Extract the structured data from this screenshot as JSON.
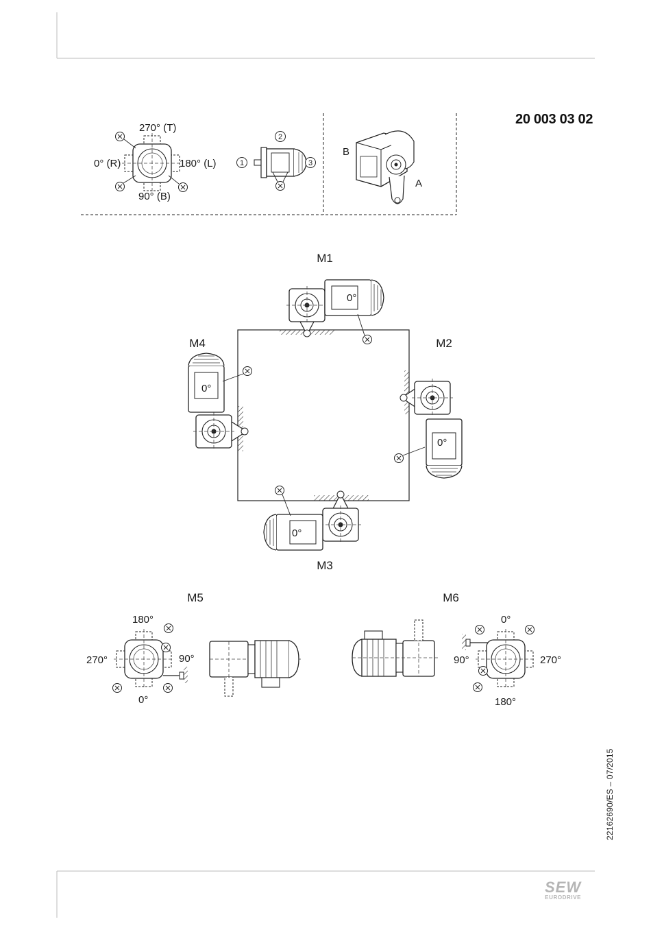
{
  "document_code": "20 003 03 02",
  "doc_id": "22162690/ES – 07/2015",
  "logo": {
    "line1": "SEW",
    "line2": "EURODRIVE"
  },
  "x_marker": "X",
  "legend": {
    "angle_t": "270° (T)",
    "angle_r": "0° (R)",
    "angle_l": "180° (L)",
    "angle_b": "90° (B)",
    "circle_1": "1",
    "circle_2": "2",
    "circle_3": "3",
    "side_a": "A",
    "side_b": "B"
  },
  "mountings": {
    "m1": "M1",
    "m2": "M2",
    "m3": "M3",
    "m4": "M4",
    "m5": "M5",
    "m6": "M6"
  },
  "motor_angle": "0°",
  "m5_angles": {
    "top": "180°",
    "left": "270°",
    "right": "90°",
    "bottom": "0°"
  },
  "m6_angles": {
    "top": "0°",
    "left": "90°",
    "right": "270°",
    "bottom": "180°"
  }
}
